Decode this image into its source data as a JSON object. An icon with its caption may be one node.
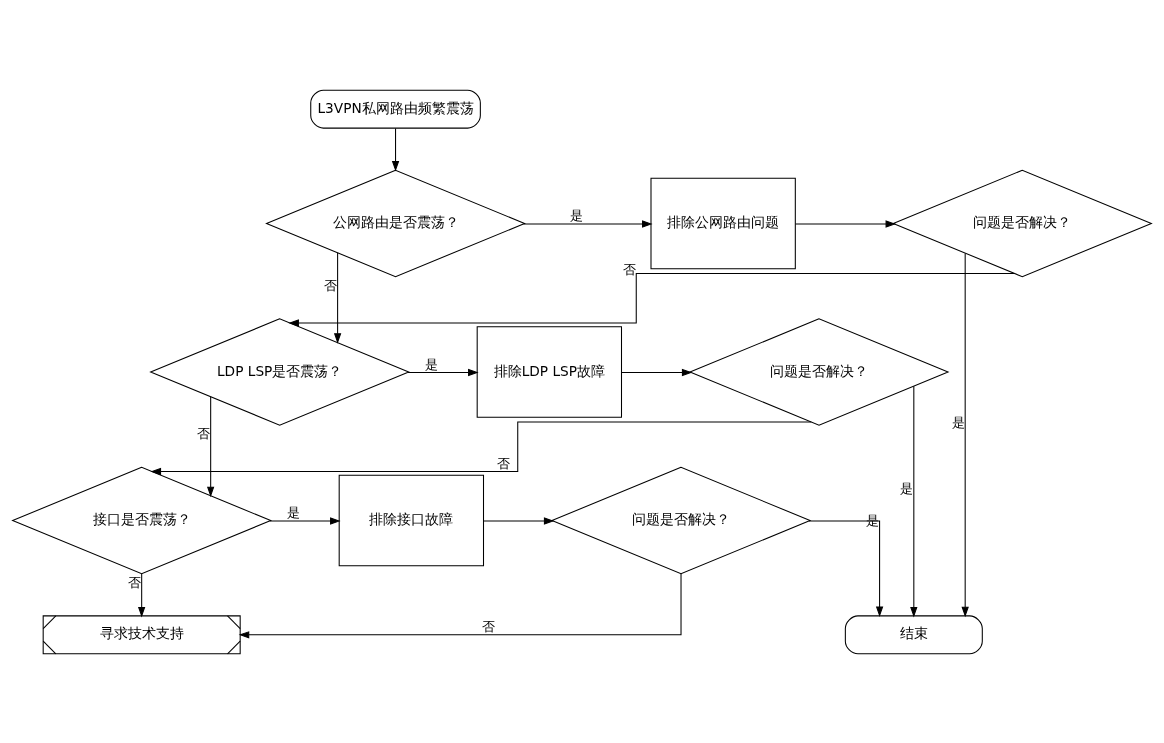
{
  "diagram": {
    "nodes": [
      {
        "text": [
          "L3VPN私网路由频繁震荡"
        ]
      },
      {
        "text": [
          "公网路由是否震荡？"
        ]
      },
      {
        "text": [
          "排除公网路由问题"
        ]
      },
      {
        "text": [
          "问题是否解决？"
        ]
      },
      {
        "text": [
          "LDP LSP是否震荡？"
        ]
      },
      {
        "text": [
          "排除LDP LSP故障"
        ]
      },
      {
        "text": [
          "问题是否解决？"
        ]
      },
      {
        "text": [
          "接口是否震荡？"
        ]
      },
      {
        "text": [
          "排除接口故障"
        ]
      },
      {
        "text": [
          "问题是否解决？"
        ]
      },
      {
        "text": [
          "寻求技术支持"
        ]
      },
      {
        "text": [
          "结束"
        ]
      }
    ],
    "edges": [
      {
        "from": 0,
        "to": 1,
        "arrow": "to"
      },
      {
        "from": 1,
        "to": 2,
        "arrow": "to",
        "label": "是"
      },
      {
        "from": 2,
        "to": 3,
        "arrow": "to"
      },
      {
        "from": 3,
        "to": 11,
        "arrow": "to",
        "label": "是"
      },
      {
        "from": 1,
        "to": 4,
        "arrow": "to",
        "label": "否"
      },
      {
        "from": 3,
        "to": 4,
        "arrow": "to",
        "label": "否"
      },
      {
        "from": 4,
        "to": 5,
        "arrow": "to",
        "label": "是"
      },
      {
        "from": 5,
        "to": 6,
        "arrow": "to"
      },
      {
        "from": 6,
        "to": 11,
        "arrow": "to",
        "label": "是"
      },
      {
        "from": 4,
        "to": 7,
        "arrow": "to",
        "label": "否"
      },
      {
        "from": 6,
        "to": 7,
        "arrow": "to",
        "label": "否"
      },
      {
        "from": 7,
        "to": 8,
        "arrow": "to",
        "label": "是"
      },
      {
        "from": 8,
        "to": 9,
        "arrow": "to"
      },
      {
        "from": 9,
        "to": 11,
        "arrow": "to",
        "label": "是"
      },
      {
        "from": 7,
        "to": 10,
        "arrow": "to",
        "label": "否"
      },
      {
        "from": 9,
        "to": 10,
        "arrow": "to",
        "label": "否"
      }
    ]
  }
}
